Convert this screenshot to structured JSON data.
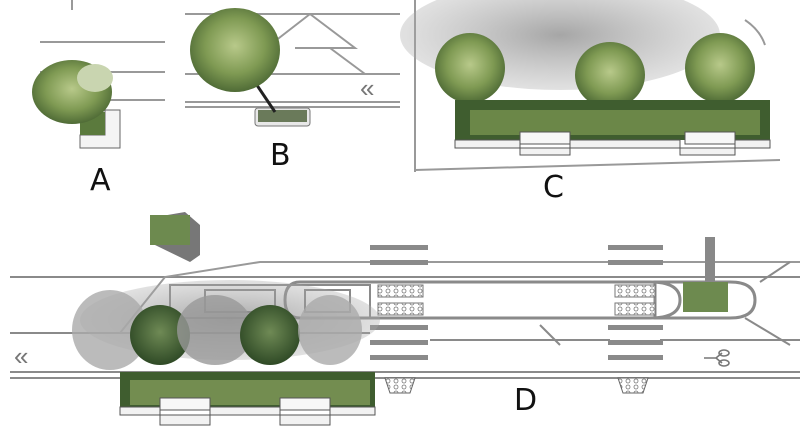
{
  "panels": {
    "a": {
      "label": "A"
    },
    "b": {
      "label": "B"
    },
    "c": {
      "label": "C"
    },
    "d": {
      "label": "D"
    }
  },
  "icons": {
    "direction_chevron": "«",
    "bike": "bicycle-icon"
  },
  "colors": {
    "road_line": "#8a8a8a",
    "foliage_dark": "#3f5d2f",
    "foliage_light": "#93ad62",
    "planter": "#f2f2f2"
  }
}
